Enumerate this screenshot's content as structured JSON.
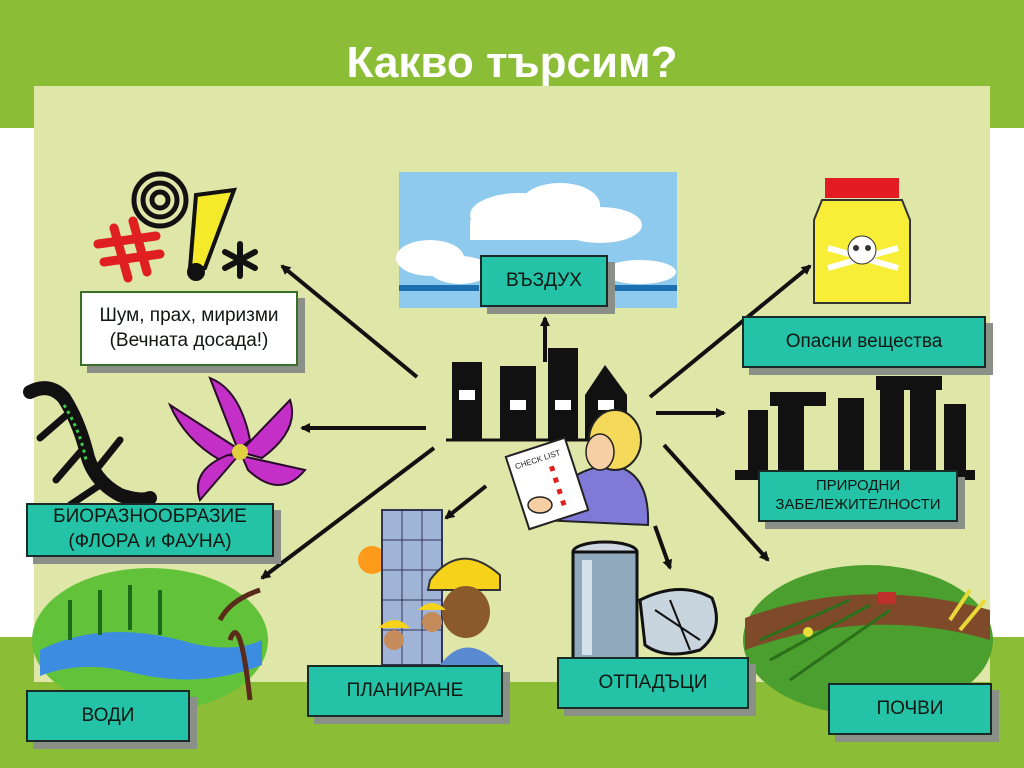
{
  "slide": {
    "title": "Какво търсим?",
    "labels": {
      "noise": "Шум, прах, миризми\n(Вечната досада!)",
      "air": "ВЪЗДУХ",
      "hazardous": "Опасни вещества",
      "landmarks": "ПРИРОДНИ\nЗАБЕЛЕЖИТЕЛНОСТИ",
      "biodiversity": "БИОРАЗНООБРАЗИЕ\n(ФЛОРА и ФАУНА)",
      "waters": "ВОДИ",
      "planning": "ПЛАНИРАНЕ",
      "waste": "ОТПАДЪЦИ",
      "soils": "ПОЧВИ"
    },
    "checklist_text": "CHECK LIST"
  },
  "colors": {
    "band": "#8cbd36",
    "panel": "#dfe7a8",
    "label_fill": "#24c2a6"
  }
}
